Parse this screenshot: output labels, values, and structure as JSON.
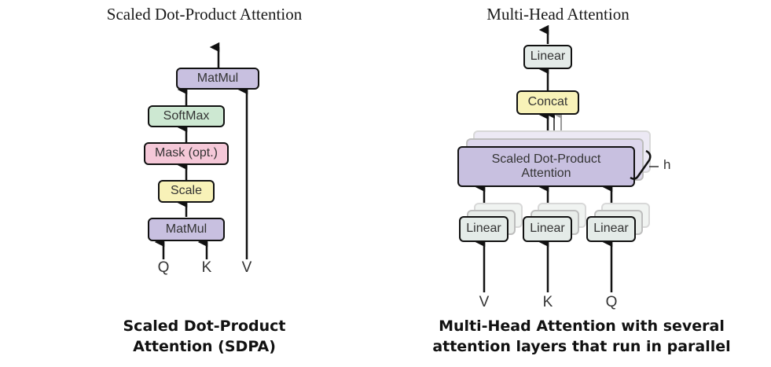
{
  "left_diagram": {
    "title": "Scaled Dot-Product Attention",
    "blocks": {
      "matmul_top": "MatMul",
      "softmax": "SoftMax",
      "mask": "Mask (opt.)",
      "scale": "Scale",
      "matmul_bottom": "MatMul"
    },
    "inputs": {
      "q": "Q",
      "k": "K",
      "v": "V"
    },
    "caption_line1": "Scaled Dot-Product",
    "caption_line2": "Attention (SDPA)"
  },
  "right_diagram": {
    "title": "Multi-Head Attention",
    "blocks": {
      "linear_out": "Linear",
      "concat": "Concat",
      "sdpa_line1": "Scaled Dot-Product",
      "sdpa_line2": "Attention",
      "linear_v": "Linear",
      "linear_k": "Linear",
      "linear_q": "Linear"
    },
    "heads_label": "h",
    "inputs": {
      "v": "V",
      "k": "K",
      "q": "Q"
    },
    "caption_line1": "Multi-Head Attention with several",
    "caption_line2": "attention layers that run in parallel"
  },
  "colors": {
    "matmul": "#c8c0e0",
    "softmax": "#cde8d2",
    "mask": "#f5c8d8",
    "scale": "#f8f2b8",
    "linear": "#e4ebe8",
    "concat": "#f8f2b8",
    "sdpa": "#c8c0e0"
  }
}
